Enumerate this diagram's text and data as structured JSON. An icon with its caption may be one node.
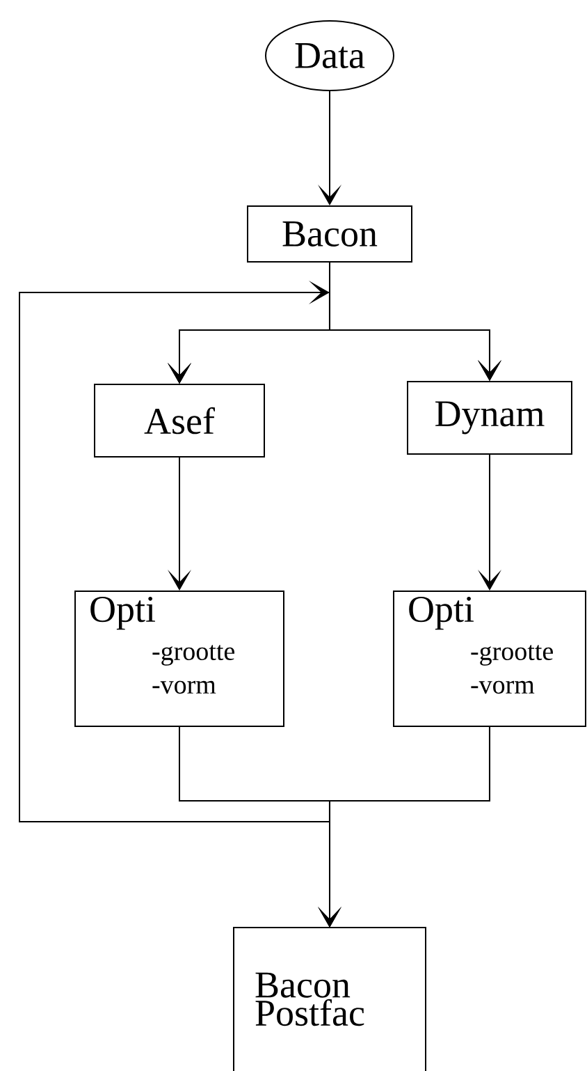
{
  "diagram": {
    "nodes": [
      {
        "text": [
          "Data"
        ]
      },
      {
        "text": [
          "Bacon"
        ]
      },
      {
        "text": [
          "Asef"
        ]
      },
      {
        "text": [
          "Dynam"
        ]
      },
      {
        "text": [
          "Opti",
          "-grootte",
          "-vorm"
        ]
      },
      {
        "text": [
          "Opti",
          "-grootte",
          "-vorm"
        ]
      },
      {
        "text": [
          "Bacon Postfac"
        ]
      }
    ],
    "edges": [
      {
        "from": 0,
        "to": 1,
        "arrow": "to"
      },
      {
        "from": 1,
        "to": 2,
        "arrow": "to"
      },
      {
        "from": 1,
        "to": 3,
        "arrow": "to"
      },
      {
        "from": 2,
        "to": 4,
        "arrow": "to"
      },
      {
        "from": 3,
        "to": 5,
        "arrow": "to"
      },
      {
        "from": 4,
        "to": 6,
        "arrow": "to"
      },
      {
        "from": 5,
        "to": 6,
        "arrow": "to"
      },
      {
        "from": 4,
        "to": 2,
        "arrow": "to"
      },
      {
        "from": 4,
        "to": 3,
        "arrow": "to"
      },
      {
        "from": 5,
        "to": 2,
        "arrow": "to"
      },
      {
        "from": 5,
        "to": 3,
        "arrow": "to"
      }
    ]
  }
}
